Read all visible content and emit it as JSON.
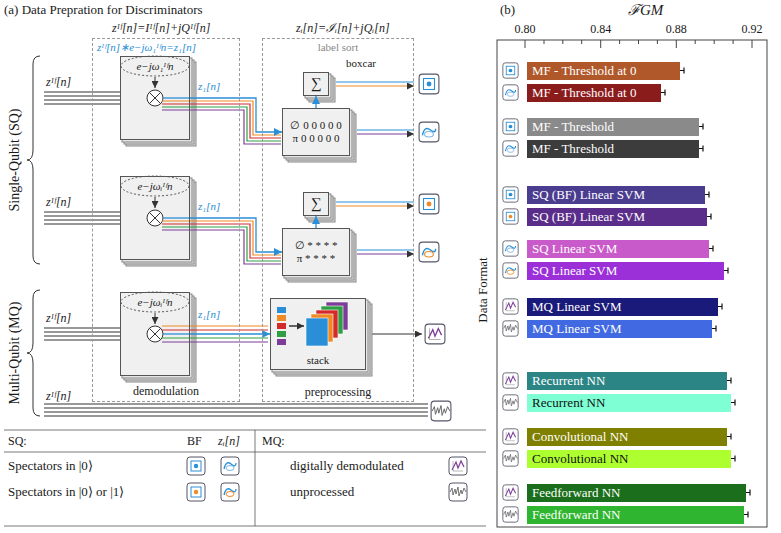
{
  "diagram": {
    "nodes": [
      {
        "text": [
          "demodulation"
        ]
      },
      {
        "text": [
          "label sort",
          "preprocessing"
        ]
      },
      {
        "text": [
          "e−jω₁ᴵᶠn"
        ],
        "in": 0
      },
      {
        "text": [
          "e−jωᵢᴵᶠn"
        ],
        "in": 0
      },
      {
        "text": [
          "e−jωᵢᴵᶠn"
        ],
        "in": 0
      },
      {
        "text": [
          "∅ 0 0 0 0 0",
          "π 0 0 0 0 0"
        ],
        "in": 1
      },
      {
        "text": [
          "∑"
        ],
        "in": 1
      },
      {
        "text": [
          "∅ * * * *",
          "π * * * *"
        ],
        "in": 1
      },
      {
        "text": [
          "∑"
        ],
        "in": 1
      },
      {
        "text": [
          "stack"
        ],
        "in": 1
      },
      {
        "text": [
          "MF - Threshold at 0"
        ]
      },
      {
        "text": [
          "MF - Threshold at 0"
        ]
      },
      {
        "text": [
          "MF - Threshold"
        ]
      },
      {
        "text": [
          "MF - Threshold"
        ]
      },
      {
        "text": [
          "SQ (BF) Linear SVM"
        ]
      },
      {
        "text": [
          "SQ (BF) Linear SVM"
        ]
      },
      {
        "text": [
          "SQ Linear SVM"
        ]
      },
      {
        "text": [
          "SQ Linear SVM"
        ]
      },
      {
        "text": [
          "MQ Linear SVM"
        ]
      },
      {
        "text": [
          "MQ Linear SVM"
        ]
      },
      {
        "text": [
          "Recurrent NN"
        ]
      },
      {
        "text": [
          "Recurrent NN"
        ]
      },
      {
        "text": [
          "Convolutional NN"
        ]
      },
      {
        "text": [
          "Convolutional NN"
        ]
      },
      {
        "text": [
          "Feedforward NN"
        ]
      },
      {
        "text": [
          "Feedforward NN"
        ]
      }
    ],
    "edges": [
      {
        "from": 2,
        "to": 5,
        "arrow": "to"
      },
      {
        "from": 5,
        "to": 6,
        "arrow": "to"
      },
      {
        "from": 3,
        "to": 7,
        "arrow": "to"
      },
      {
        "from": 7,
        "to": 8,
        "arrow": "to"
      },
      {
        "from": 4,
        "to": 9,
        "arrow": "to"
      }
    ],
    "labels": [
      "(a) Data Prepration for Discriminators",
      "zᴵᶠ[n]=Iᴵᶠ[n]+jQᴵᶠ[n]",
      "zᵢ[n]=ℐᵢ[n]+jQᵢ[n]",
      "zᴵᶠ[n]∗e−jω₁ᴵᶠn=z₁[n]",
      "boxcar",
      "Single-Qubit (SQ)",
      "Multi-Qubit (MQ)",
      "zᴵᶠ[n]",
      "zᴵᶠ[n]",
      "zᴵᶠ[n]",
      "zᴵᶠ[n]",
      "z₁[n]",
      "z₁[n]",
      "z₁[n]",
      "SQ:",
      "BF",
      "zᵢ[n]",
      "MQ:",
      "(b)",
      "ℱGM",
      "0.80",
      "0.84",
      "0.88",
      "0.92",
      "Data Format"
    ],
    "legend": [
      {
        "text": "Spectators in |0⟩"
      },
      {
        "text": "Spectators in |0⟩ or |1⟩"
      },
      {
        "text": "digitally demodulated"
      },
      {
        "text": "unprocessed"
      }
    ]
  }
}
